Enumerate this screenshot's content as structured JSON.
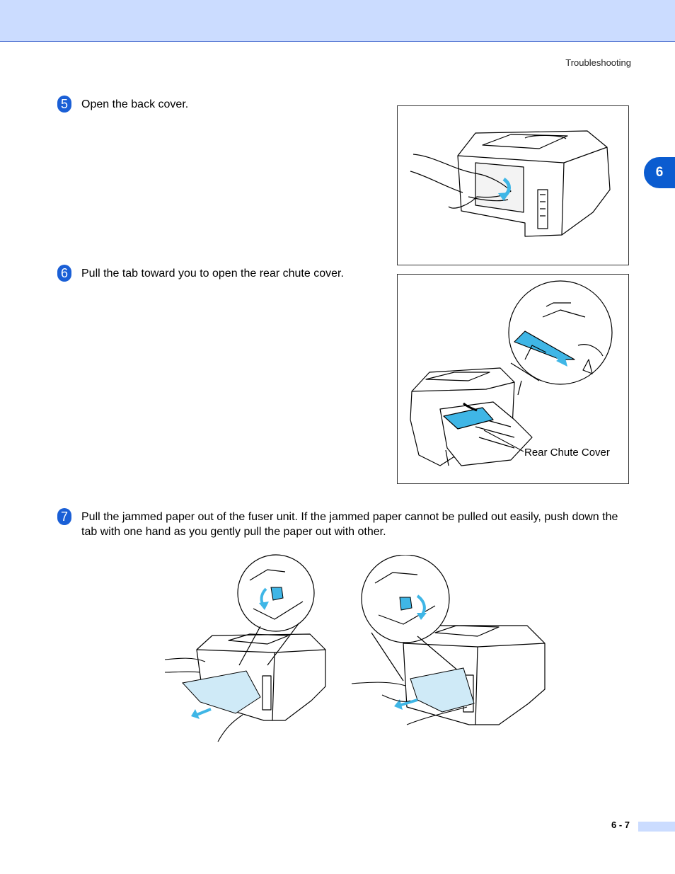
{
  "header": {
    "running_head": "Troubleshooting",
    "chapter_tab": "6"
  },
  "steps": [
    {
      "number": "5",
      "text": "Open the back cover."
    },
    {
      "number": "6",
      "text": "Pull the tab toward you to open the rear chute cover."
    },
    {
      "number": "7",
      "text": "Pull the jammed paper out of the fuser unit. If the jammed paper cannot be pulled out easily, push down the tab with one hand as you gently pull the paper out with other."
    }
  ],
  "figures": {
    "rear_chute_label": "Rear Chute Cover"
  },
  "footer": {
    "page_number": "6 - 7"
  },
  "colors": {
    "accent_band": "#cbdcff",
    "step_badge": "#1a5fd6",
    "illustration_blue": "#3fb6e6",
    "paper_blue": "#cfeaf7"
  }
}
